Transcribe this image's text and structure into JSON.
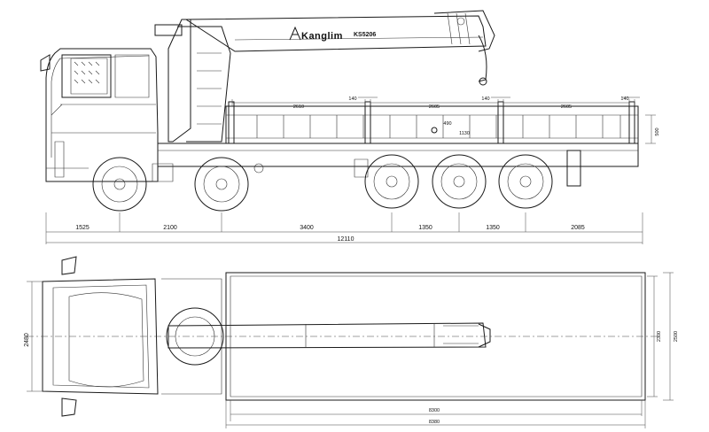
{
  "brand": {
    "name": "Kanglim",
    "model": "KS5206"
  },
  "side_view": {
    "bottom_dims": [
      "1525",
      "2100",
      "3400",
      "1350",
      "1350",
      "2085"
    ],
    "overall_length": "12110",
    "body_dims": [
      "2610",
      "2605",
      "2605"
    ],
    "gap_dims": [
      "140",
      "140",
      "140"
    ],
    "small_dims": [
      "490",
      "1130"
    ],
    "side_height": "500"
  },
  "top_view": {
    "cab_width": "2480",
    "bed_inner_width": "2300",
    "bed_outer_width": "2500",
    "bed_inner_length": "8300",
    "bed_outer_length": "8380"
  }
}
